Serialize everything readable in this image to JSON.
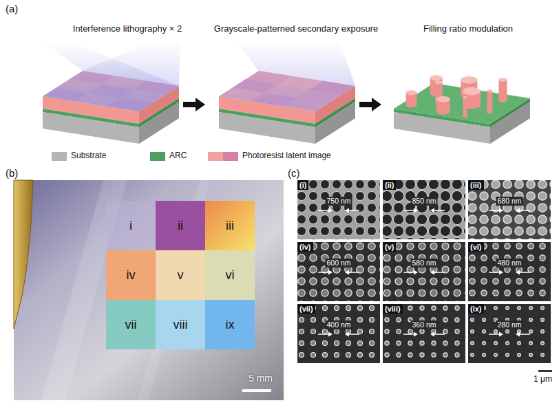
{
  "diagram": {
    "nodes": [
      {
        "text": [
          "5 mm"
        ]
      },
      {
        "text": [
          "i"
        ],
        "in": 0
      },
      {
        "text": [
          "ii"
        ],
        "in": 0
      },
      {
        "text": [
          "iii"
        ],
        "in": 0
      },
      {
        "text": [
          "iv"
        ],
        "in": 0
      },
      {
        "text": [
          "v"
        ],
        "in": 0
      },
      {
        "text": [
          "vi"
        ],
        "in": 0
      },
      {
        "text": [
          "vii"
        ],
        "in": 0
      },
      {
        "text": [
          "viii"
        ],
        "in": 0
      },
      {
        "text": [
          "ix"
        ],
        "in": 0
      },
      {
        "text": [
          "(i)",
          "750 nm"
        ]
      },
      {
        "text": [
          "(ii)",
          "850 nm"
        ]
      },
      {
        "text": [
          "(iii)",
          "680 nm"
        ]
      },
      {
        "text": [
          "(iv)",
          "600 nm"
        ]
      },
      {
        "text": [
          "(v)",
          "580 nm"
        ]
      },
      {
        "text": [
          "(vi)",
          "480 nm"
        ]
      },
      {
        "text": [
          "(vii)",
          "400 nm"
        ]
      },
      {
        "text": [
          "(viii)",
          "360 nm"
        ]
      },
      {
        "text": [
          "(ix)",
          "280 nm"
        ]
      }
    ],
    "labels": [
      "(a)",
      "Interference lithography × 2",
      "Grayscale-patterned secondary exposure",
      "Filling ratio modulation",
      "(b)",
      "(c)",
      "1 μm"
    ],
    "legend": [
      {
        "text": "Substrate",
        "color": "#b4b4b4"
      },
      {
        "text": "ARC",
        "color": "#4fa05f"
      },
      {
        "text": "Photoresist latent image",
        "color": "#f2a39f"
      }
    ]
  }
}
